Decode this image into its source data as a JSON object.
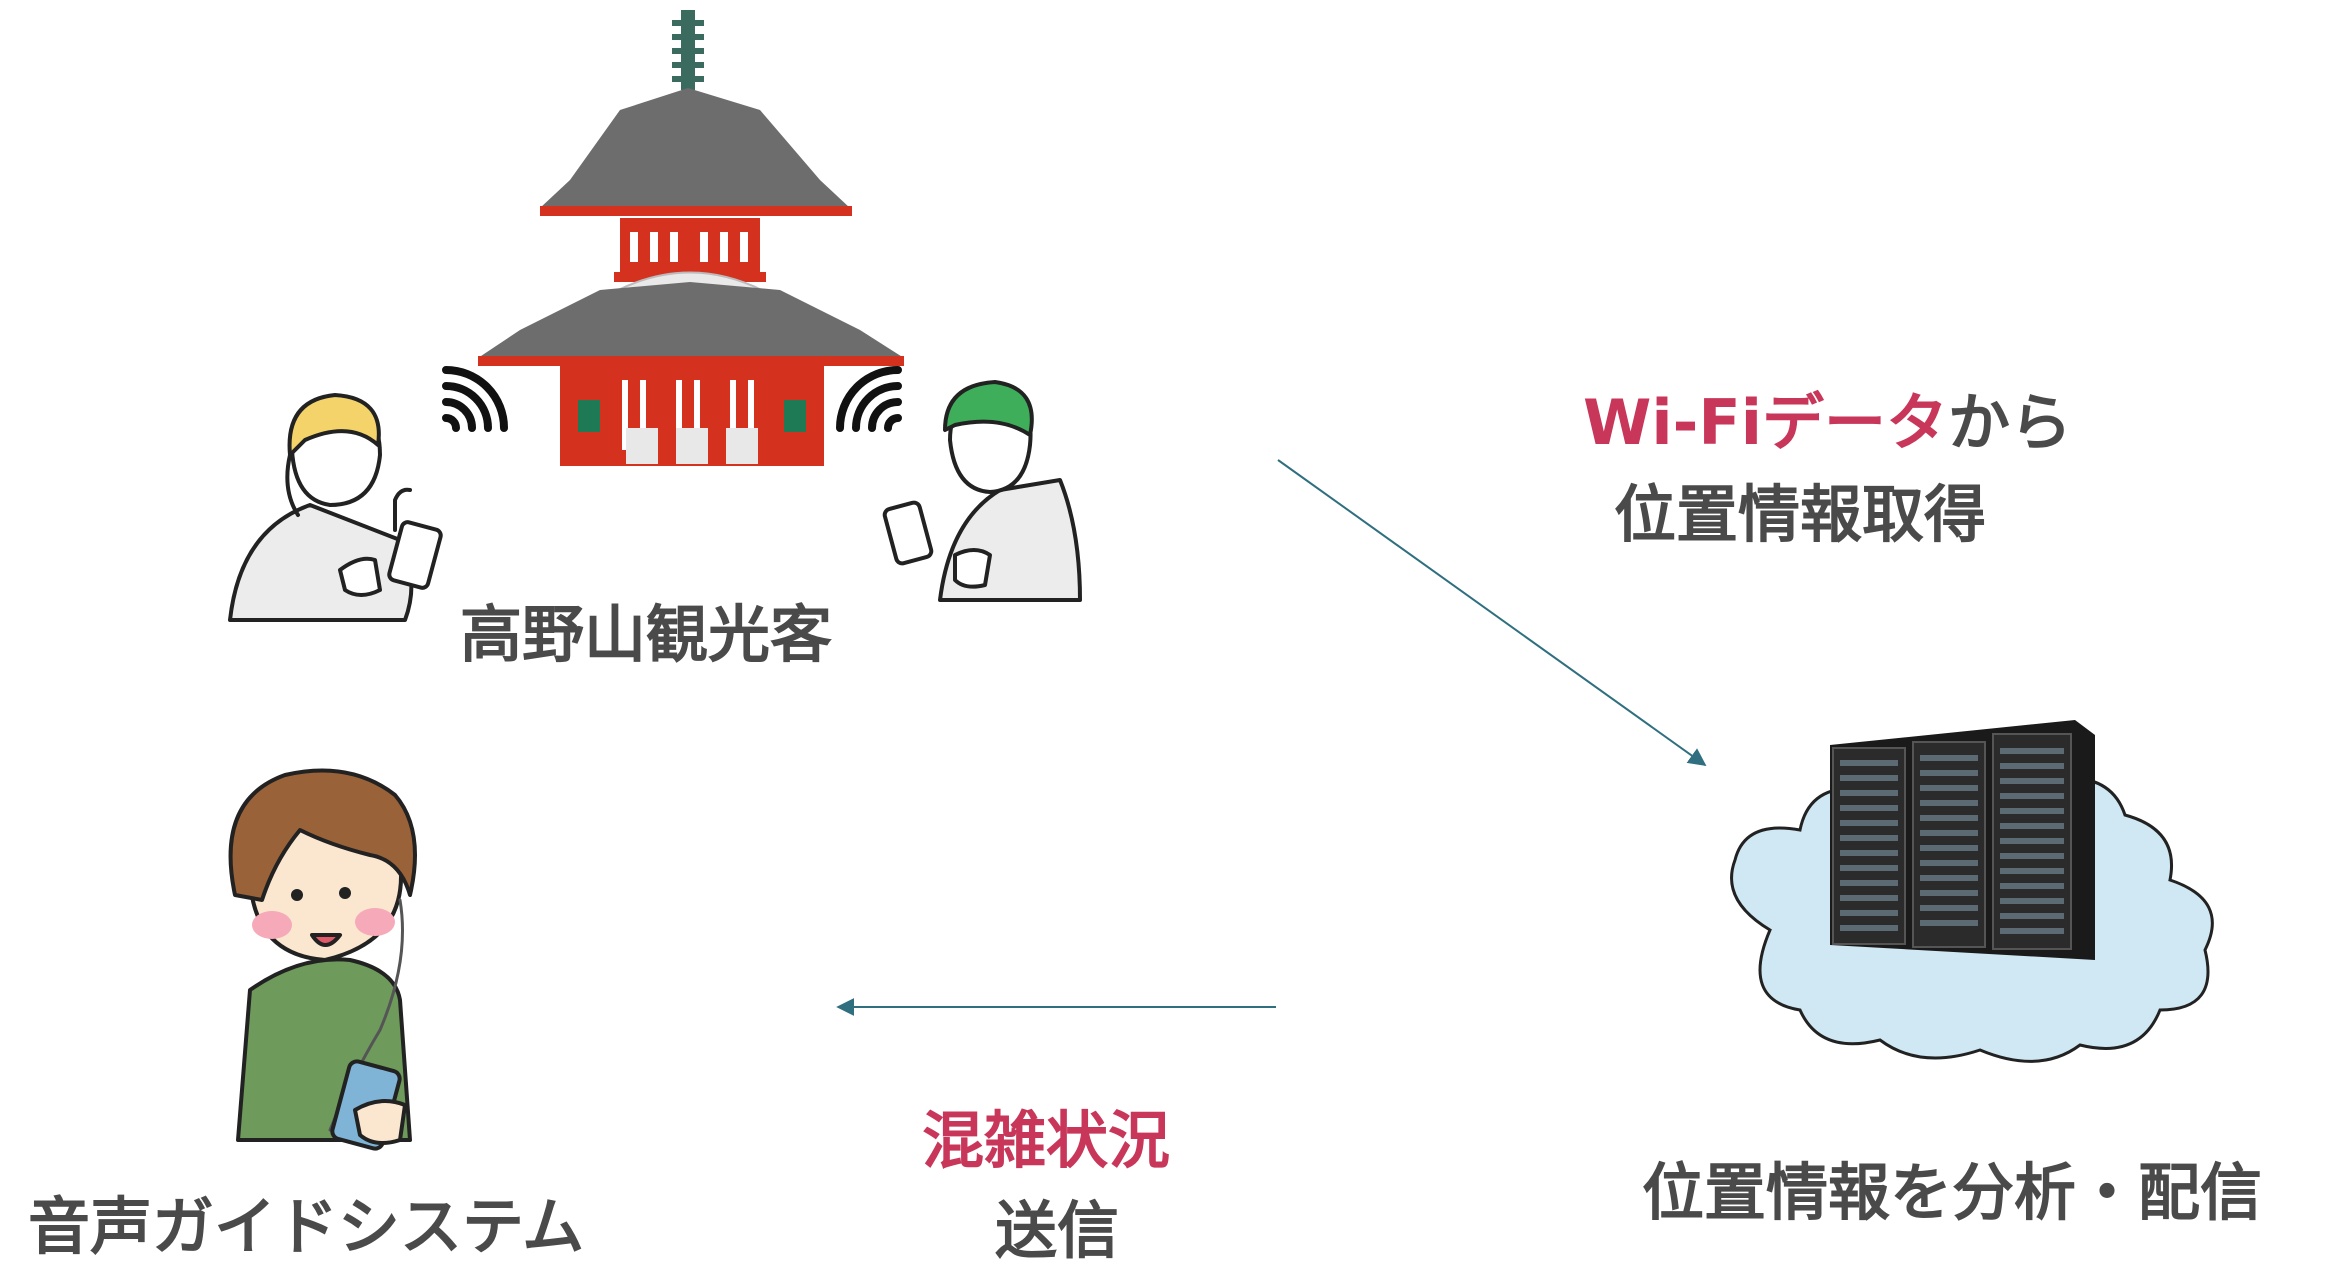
{
  "labels": {
    "tourists": "高野山観光客",
    "audio_guide": "音声ガイドシステム",
    "server": "位置情報を分析・配信",
    "wifi_accent": "Wi-Fiデータ",
    "wifi_rest": "から",
    "wifi_line2": "位置情報取得",
    "congestion_line1": "混雑状況",
    "congestion_line2": "送信"
  },
  "icons": [
    "pagoda-icon",
    "woman-with-phone-icon",
    "man-with-phone-icon",
    "wifi-signal-icon",
    "server-rack-icon",
    "cloud-icon",
    "person-with-earphones-icon"
  ],
  "colors": {
    "accent": "#c8365a",
    "text": "#4a4a4a",
    "arrow": "#2f6f7f",
    "pagoda_red": "#d5311f",
    "roof_gray": "#6d6d6d",
    "cloud": "#cfe8f3"
  }
}
